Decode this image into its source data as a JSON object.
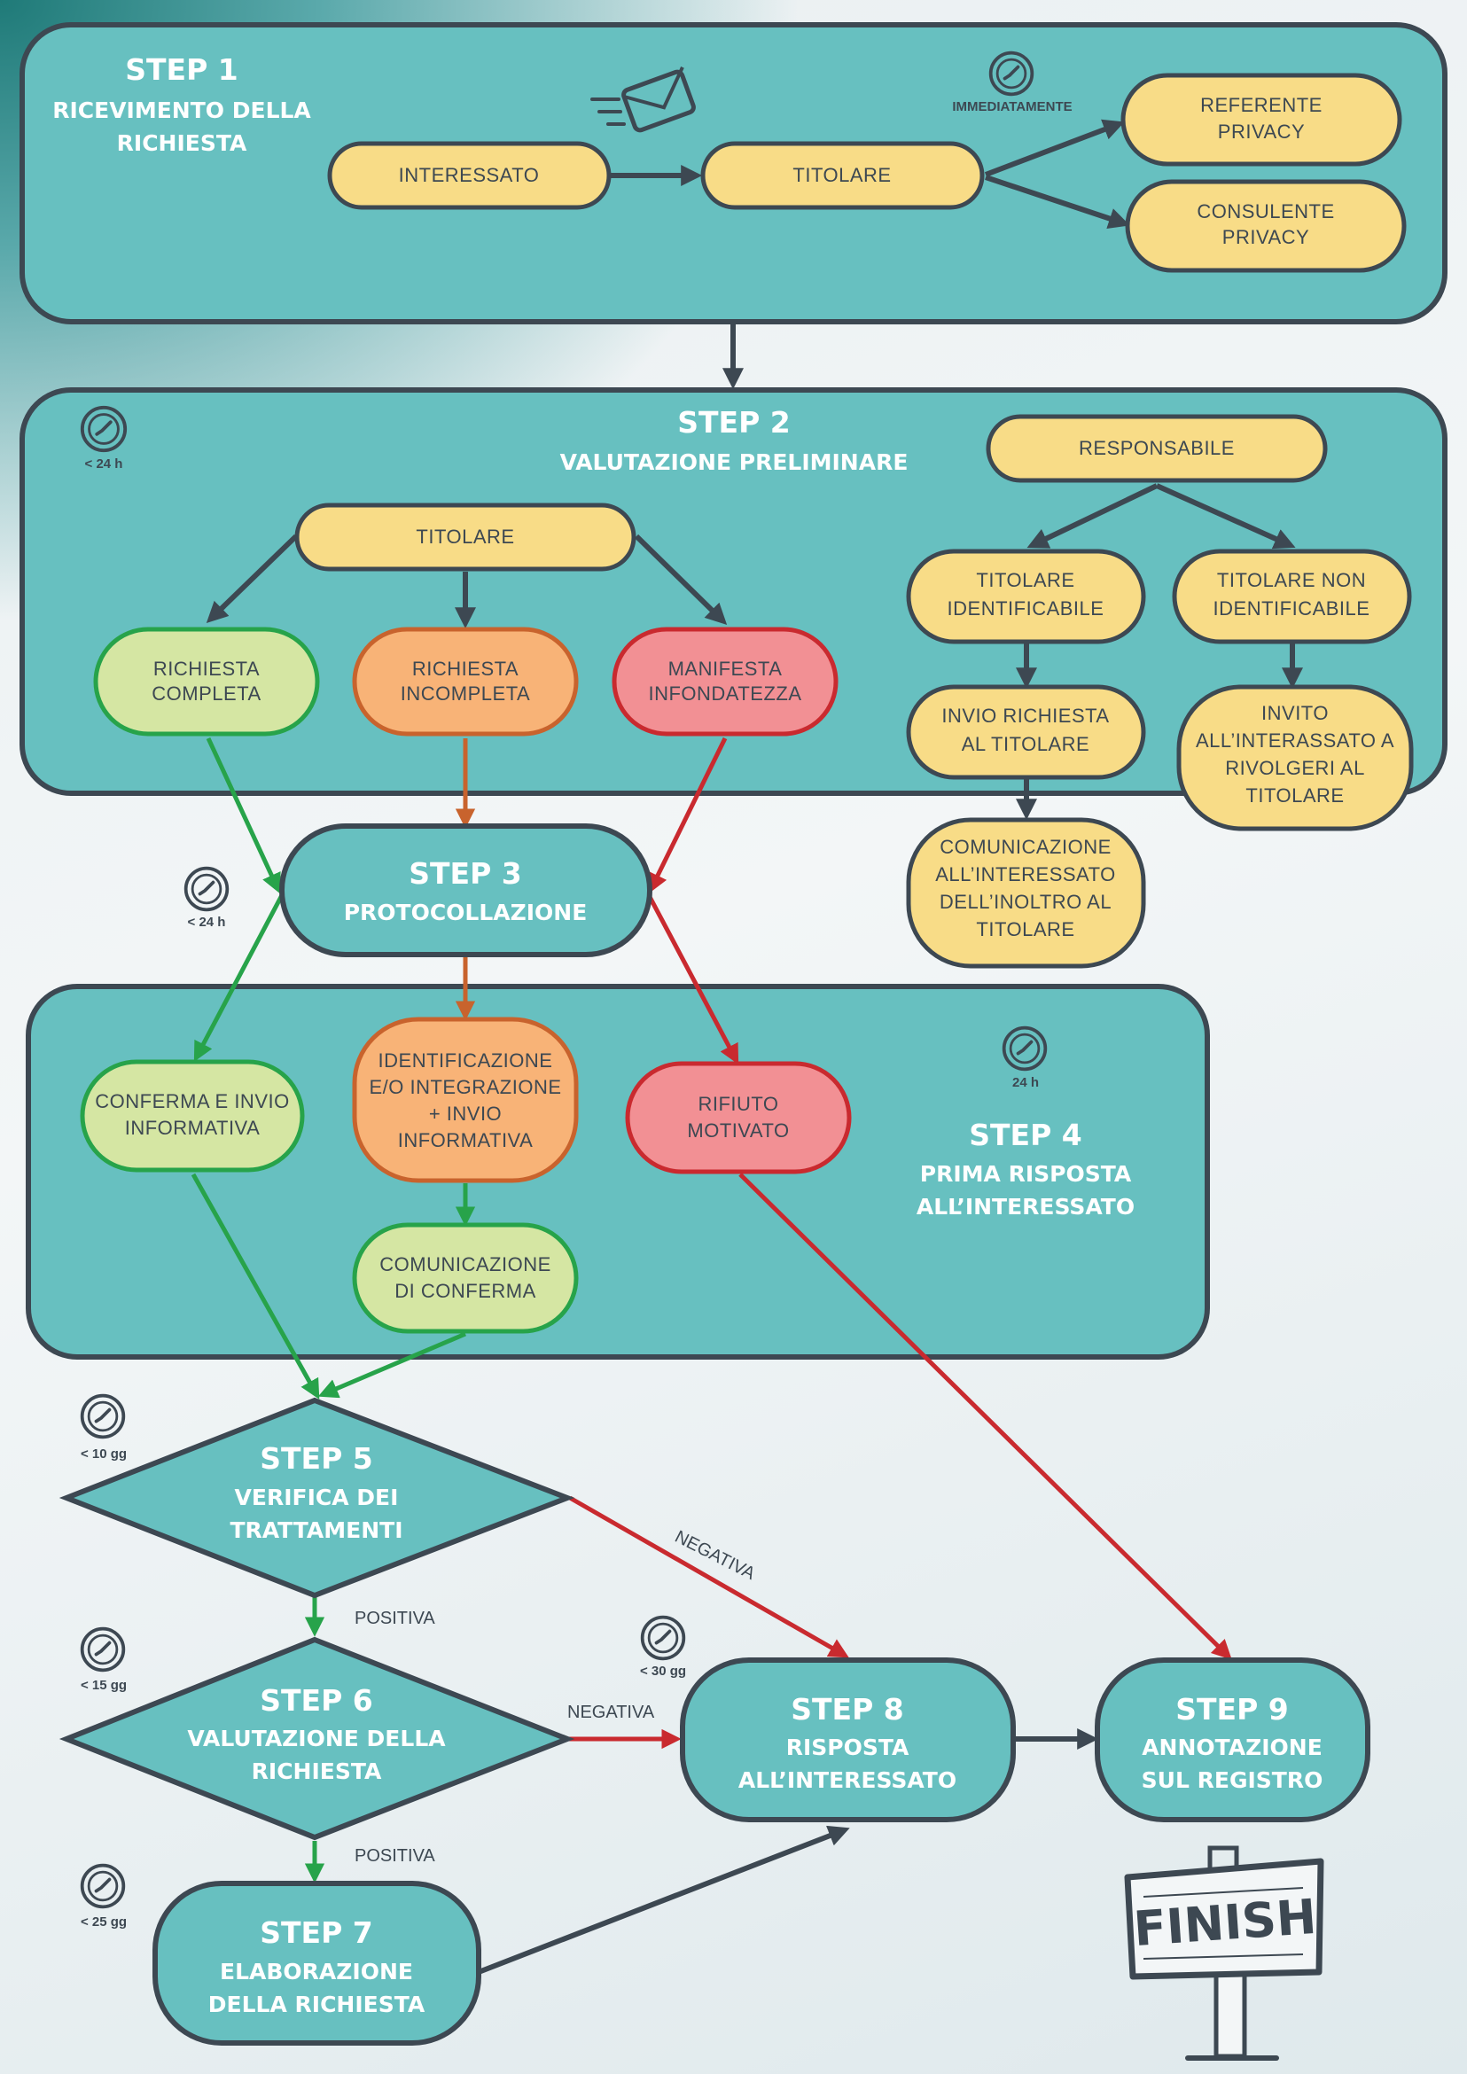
{
  "step1": {
    "title": "STEP 1",
    "subtitle": [
      "RICEVIMENTO DELLA",
      "RICHIESTA"
    ],
    "nodes": {
      "interessato": "INTERESSATO",
      "titolare": "TITOLARE",
      "referente": [
        "REFERENTE",
        "PRIVACY"
      ],
      "consulente": [
        "CONSULENTE",
        "PRIVACY"
      ]
    },
    "timing": "IMMEDIATAMENTE"
  },
  "step2": {
    "title": "STEP 2",
    "subtitle": "VALUTAZIONE PRELIMINARE",
    "timing": "< 24 h",
    "nodes": {
      "titolare": "TITOLARE",
      "completa": [
        "RICHIESTA",
        "COMPLETA"
      ],
      "incompleta": [
        "RICHIESTA",
        "INCOMPLETA"
      ],
      "infondatezza": [
        "MANIFESTA",
        "INFONDATEZZA"
      ],
      "responsabile": "RESPONSABILE",
      "identificabile": [
        "TITOLARE",
        "IDENTIFICABILE"
      ],
      "non_identificabile": [
        "TITOLARE NON",
        "IDENTIFICABILE"
      ],
      "invio": [
        "INVIO RICHIESTA",
        "AL TITOLARE"
      ],
      "invito": [
        "INVITO",
        "ALL’INTERASSATO A",
        "RIVOLGERI AL",
        "TITOLARE"
      ],
      "comunicazione_inoltro": [
        "COMUNICAZIONE",
        "ALL’INTERESSATO",
        "DELL’INOLTRO AL",
        "TITOLARE"
      ]
    }
  },
  "step3": {
    "title": "STEP 3",
    "subtitle": "PROTOCOLLAZIONE",
    "timing": "< 24 h"
  },
  "step4": {
    "title": "STEP 4",
    "subtitle": [
      "PRIMA RISPOSTA",
      "ALL’INTERESSATO"
    ],
    "timing": "24 h",
    "nodes": {
      "conferma": [
        "CONFERMA E INVIO",
        "INFORMATIVA"
      ],
      "identificazione": [
        "IDENTIFICAZIONE",
        "E/O INTEGRAZIONE",
        "+ INVIO",
        "INFORMATIVA"
      ],
      "rifiuto": [
        "RIFIUTO",
        "MOTIVATO"
      ],
      "comunicazione": [
        "COMUNICAZIONE",
        "DI CONFERMA"
      ]
    }
  },
  "step5": {
    "title": "STEP 5",
    "subtitle": [
      "VERIFICA DEI",
      "TRATTAMENTI"
    ],
    "timing": "< 10 gg"
  },
  "step6": {
    "title": "STEP 6",
    "subtitle": [
      "VALUTAZIONE DELLA",
      "RICHIESTA"
    ],
    "timing": "< 15 gg"
  },
  "step7": {
    "title": "STEP 7",
    "subtitle": [
      "ELABORAZIONE",
      "DELLA RICHIESTA"
    ],
    "timing": "< 25 gg"
  },
  "step8": {
    "title": "STEP 8",
    "subtitle": [
      "RISPOSTA",
      "ALL’INTERESSATO"
    ],
    "timing": "< 30 gg"
  },
  "step9": {
    "title": "STEP 9",
    "subtitle": [
      "ANNOTAZIONE",
      "SUL REGISTRO"
    ]
  },
  "edges": {
    "negativa": "NEGATIVA",
    "positiva": "POSITIVA"
  },
  "finish": "FINISH",
  "colors": {
    "panel": "#67c0c0",
    "node_yellow": "#f8dc87",
    "node_green": "#d5e6a3",
    "node_orange": "#f8b377",
    "node_red": "#f29094",
    "stroke_dark": "#3d4852",
    "arrow_green": "#27a34a",
    "arrow_red": "#c92a2f",
    "arrow_orange": "#c8632d"
  },
  "icons": [
    "clock-icon",
    "envelope-icon",
    "finish-sign-icon"
  ]
}
